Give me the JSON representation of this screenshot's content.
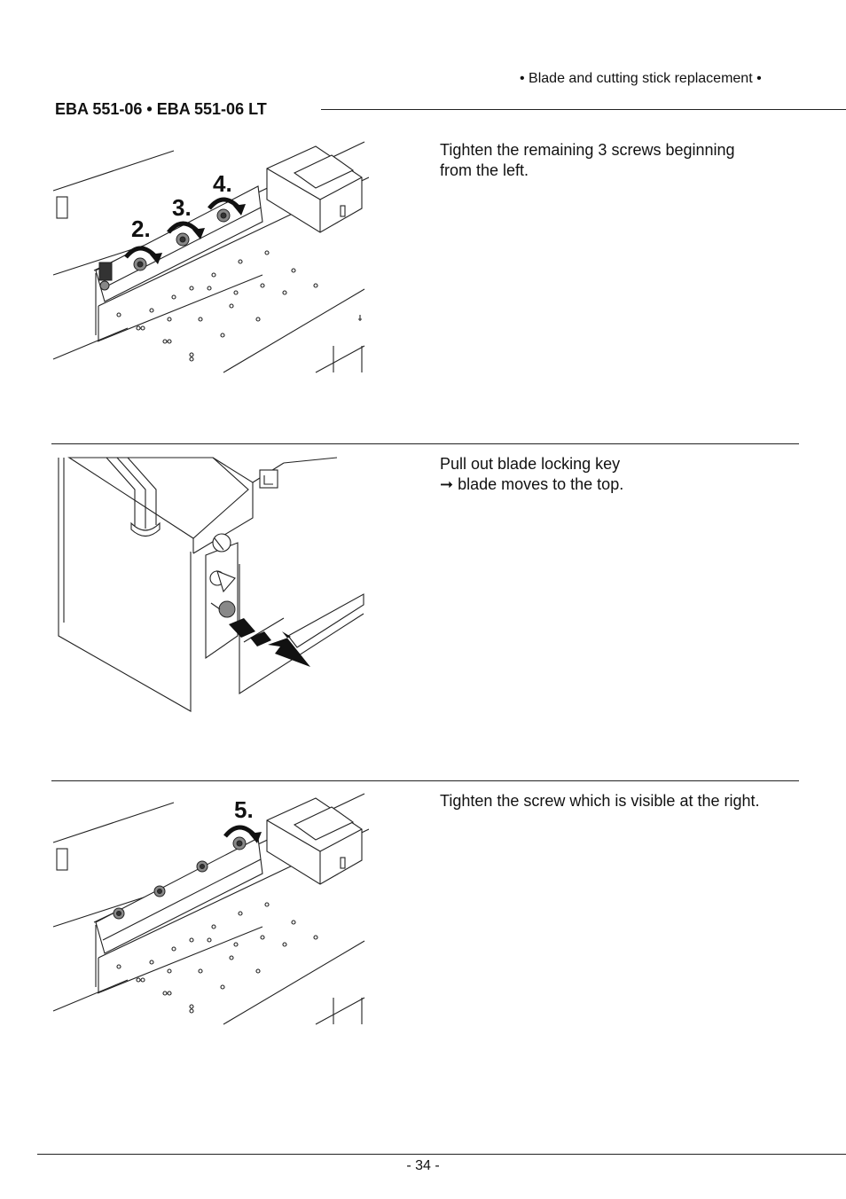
{
  "header": {
    "section_title": "• Blade and cutting stick replacement •",
    "doc_title": "EBA 551-06 • EBA 551-06 LT"
  },
  "steps": [
    {
      "text": "Tighten the remaining 3 screws beginning\nfrom the left.",
      "labels": [
        "2.",
        "3.",
        "4."
      ]
    },
    {
      "text": "Pull out blade locking key\n➞ blade moves to the top."
    },
    {
      "text": "Tighten the screw which is visible at the right.",
      "labels": [
        "5."
      ]
    }
  ],
  "footer": {
    "page_number": "- 34 -"
  }
}
